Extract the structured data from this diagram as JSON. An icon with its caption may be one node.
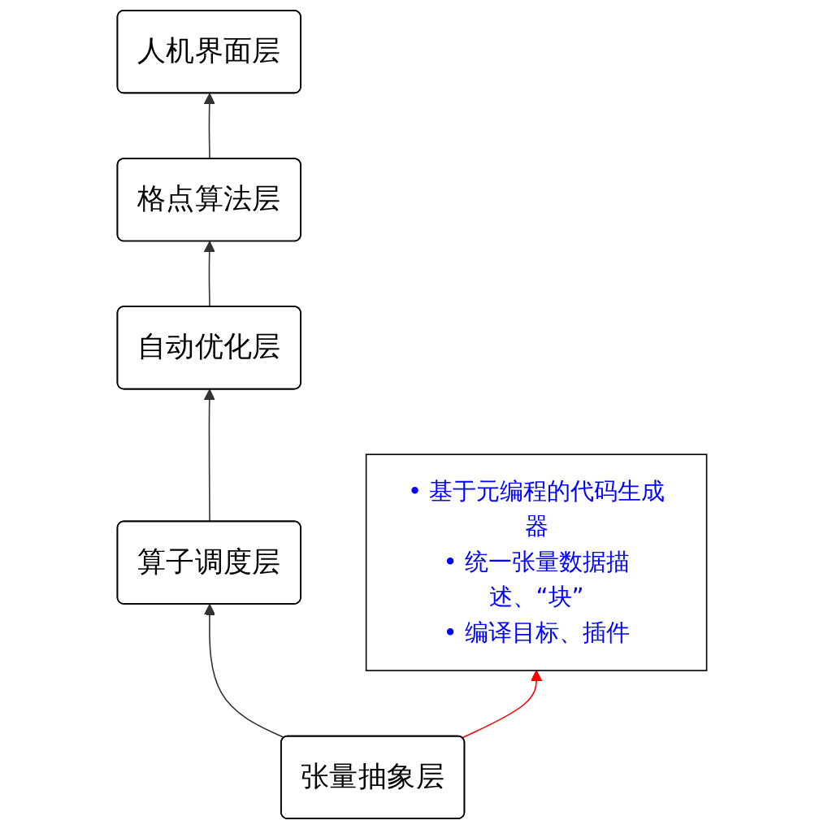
{
  "diagram": {
    "nodes": [
      {
        "text": [
          "人机界面层"
        ]
      },
      {
        "text": [
          "格点算法层"
        ]
      },
      {
        "text": [
          "自动优化层"
        ]
      },
      {
        "text": [
          "算子调度层"
        ]
      },
      {
        "text": [
          "张量抽象层"
        ]
      },
      {
        "text": [
          "• 基于元编程的代码生成器",
          "• 统一张量数据描述、“块”",
          "• 编译目标、插件"
        ]
      }
    ],
    "edges": [
      {
        "from": 4,
        "to": 3,
        "arrow": "to"
      },
      {
        "from": 3,
        "to": 2,
        "arrow": "to"
      },
      {
        "from": 2,
        "to": 1,
        "arrow": "to"
      },
      {
        "from": 1,
        "to": 0,
        "arrow": "to"
      },
      {
        "from": 4,
        "to": 5,
        "arrow": "to",
        "color": "#ff0000"
      }
    ]
  }
}
